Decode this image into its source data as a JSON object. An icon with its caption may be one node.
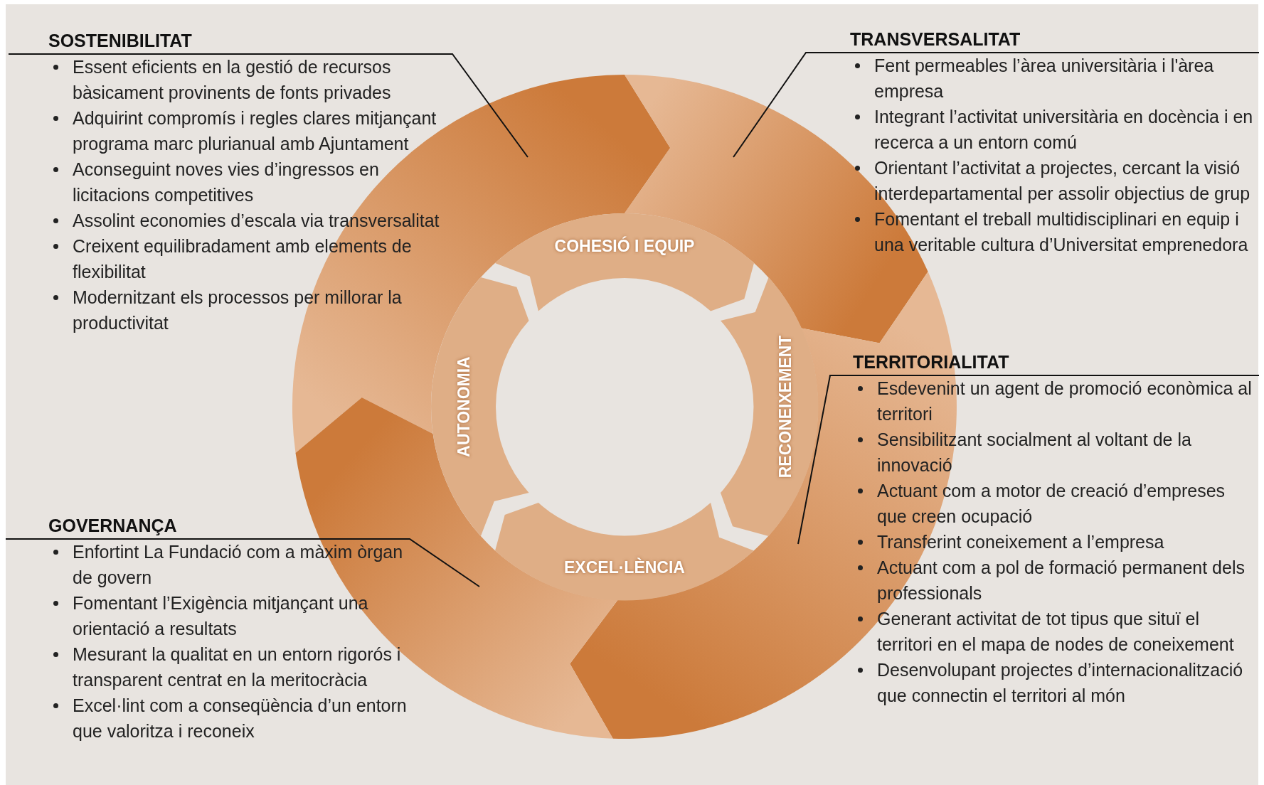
{
  "diagram": {
    "nodes": [
      {
        "text": [
          "SOSTENIBILITAT",
          "Essent eficients en la gestió de recursos bàsicament provinents de fonts privades",
          "Adquirint compromís i regles clares mitjançant programa marc plurianual amb Ajuntament",
          "Aconseguint noves vies d’ingressos en licitacions competitives",
          "Assolint economies d’escala via transversalitat",
          "Creixent equilibradament amb elements de flexibilitat",
          "Modernitzant els processos per millorar la productivitat"
        ]
      },
      {
        "text": [
          "TRANSVERSALITAT",
          "Fent permeables l’àrea universitària i l'àrea empresa",
          "Integrant l’activitat universitària en docència i en recerca a un entorn comú",
          "Orientant l’activitat a projectes, cercant la visió interdepartamental per assolir objectius de grup",
          "Fomentant el treball multidisciplinari en equip i una veritable cultura d’Universitat emprenedora"
        ]
      },
      {
        "text": [
          "TERRITORIALITAT",
          "Esdevenint un agent de promoció econòmica al territori",
          "Sensibilitzant socialment al voltant de la innovació",
          "Actuant com a motor de creació d’empreses que creen ocupació",
          "Transferint coneixement a l’empresa",
          "Actuant com a pol de formació permanent dels professionals",
          "Generant activitat de tot tipus que situï el territori en el mapa de nodes de coneixement",
          "Desenvolupant projectes d’internacionalització que connectin el territori al món"
        ]
      },
      {
        "text": [
          "GOVERNANÇA",
          "Enfortint La Fundació com a màxim òrgan de govern",
          "Fomentant l’Exigència mitjançant una orientació a resultats",
          "Mesurant la qualitat en un entorn rigorós i transparent centrat en la meritocràcia",
          "Excel·lint com a conseqüència d’un entorn que valoritza i reconeix"
        ]
      },
      {
        "text": [],
        "shape": "arrow"
      },
      {
        "text": [],
        "shape": "arrow"
      },
      {
        "text": [],
        "shape": "arrow"
      },
      {
        "text": [],
        "shape": "arrow"
      },
      {
        "text": [
          "COHESIÓ I EQUIP"
        ]
      },
      {
        "text": [
          "RECONEIXEMENT"
        ]
      },
      {
        "text": [
          "EXCEL·LÈNCIA"
        ]
      },
      {
        "text": [
          "AUTONOMIA"
        ]
      }
    ],
    "edges": [
      {
        "from": 0,
        "to": 4,
        "arrow": "none"
      },
      {
        "from": 1,
        "to": 5,
        "arrow": "none"
      },
      {
        "from": 2,
        "to": 6,
        "arrow": "none"
      },
      {
        "from": 3,
        "to": 7,
        "arrow": "none"
      }
    ]
  }
}
